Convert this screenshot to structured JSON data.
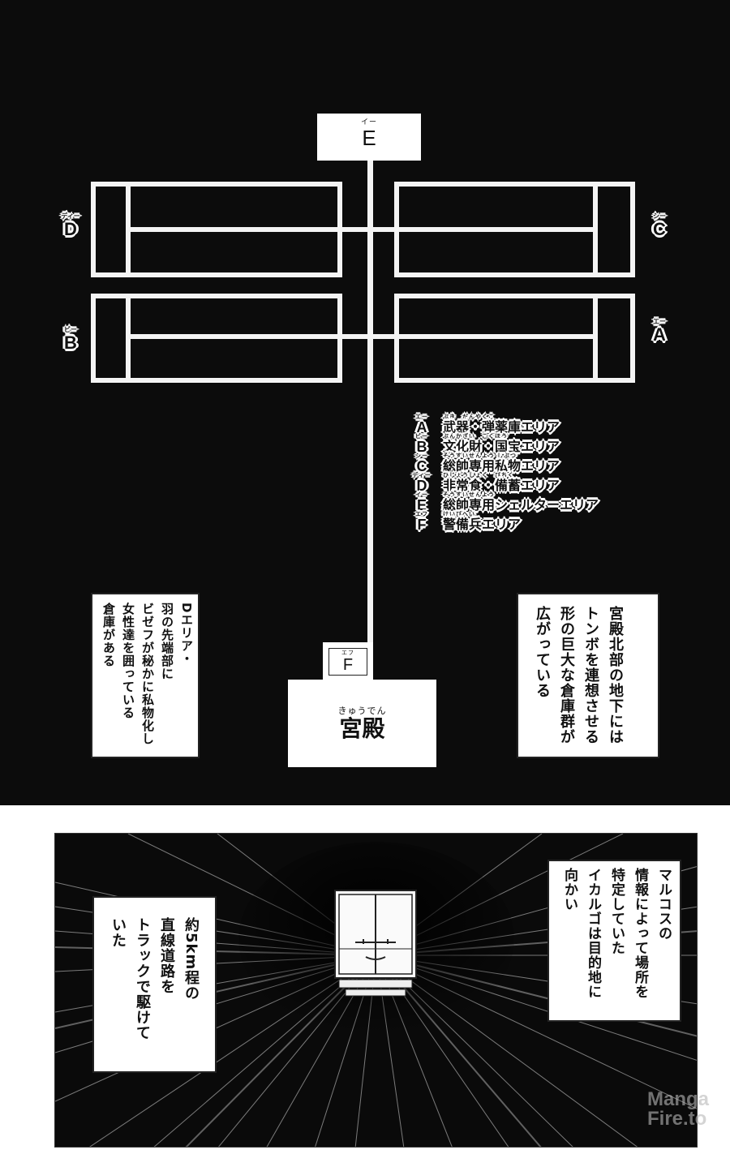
{
  "page": {
    "background": "#ffffff",
    "panel_color": "#0c0c0c"
  },
  "map": {
    "top_box": {
      "ruby": "イー",
      "label": "E"
    },
    "areas": [
      {
        "id": "D",
        "ruby": "ディー",
        "label": "D"
      },
      {
        "id": "C",
        "ruby": "シー",
        "label": "C"
      },
      {
        "id": "B",
        "ruby": "ビー",
        "label": "B"
      },
      {
        "id": "A",
        "ruby": "エー",
        "label": "A"
      }
    ],
    "f_box": {
      "ruby": "エフ",
      "label": "F"
    },
    "palace": {
      "ruby": "きゅうでん",
      "label": "宮殿"
    }
  },
  "legend": [
    {
      "letter": "A",
      "letter_ruby": "エー",
      "ruby": "ぶき　だんやくこ",
      "text": "武器・弾薬庫エリア"
    },
    {
      "letter": "B",
      "letter_ruby": "ビー",
      "ruby": "ぶんかざい　こくほう",
      "text": "文化財・国宝エリア"
    },
    {
      "letter": "C",
      "letter_ruby": "シー",
      "ruby": "そうすいせんよう しぶつ",
      "text": "総帥専用私物エリア"
    },
    {
      "letter": "D",
      "letter_ruby": "ディー",
      "ruby": "ひじょうしょく　びちく",
      "text": "非常食・備蓄エリア"
    },
    {
      "letter": "E",
      "letter_ruby": "イー",
      "ruby": "そうすいせんよう",
      "text": "総帥専用シェルターエリア"
    },
    {
      "letter": "F",
      "letter_ruby": "エフ",
      "ruby": "けいびへい",
      "text": "警備兵エリア"
    }
  ],
  "captions": {
    "left_top": "Dエリア・\n羽の先端部に\nビゼフが秘かに私物化し\n女性達を囲っている\n倉庫がある",
    "right_top": "宮殿北部の地下には\nトンボを連想させる\n形の巨大な倉庫群が\n広がっている",
    "right_bottom": "マルコスの\n情報によって場所を\n特定していた\nイカルゴは目的地に\n向かい",
    "left_bottom": "約5km程の\n直線道路を\nトラックで駆けて\nいた"
  },
  "watermark": {
    "line1": "Manga",
    "line2": "Fire.to"
  }
}
